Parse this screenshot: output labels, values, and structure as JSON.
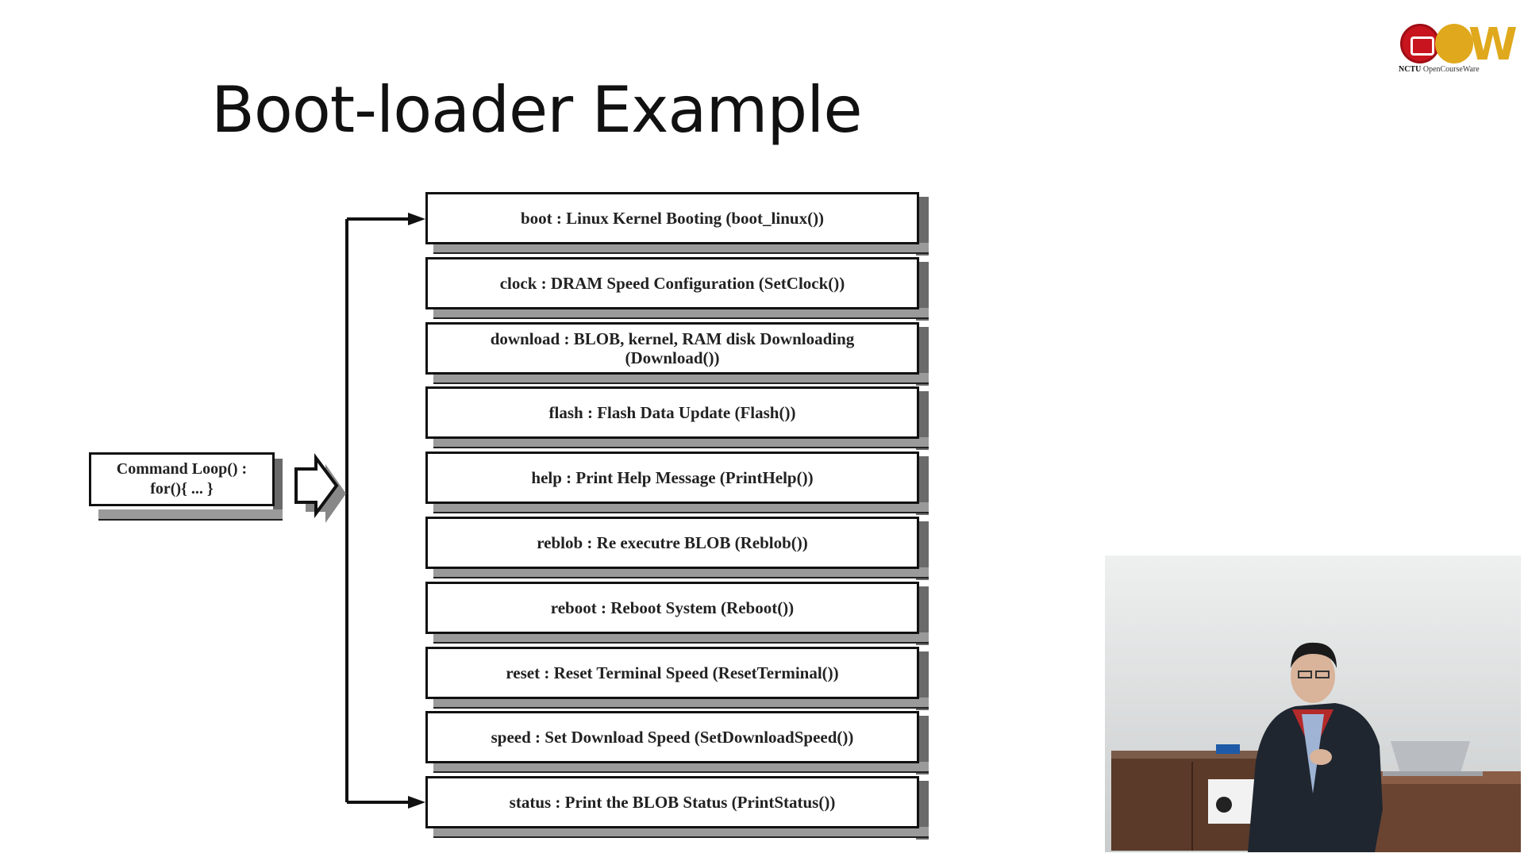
{
  "slide": {
    "title": "Boot-loader Example"
  },
  "logo": {
    "text": "OCW",
    "caption_bold": "NCTU",
    "caption_rest": "OpenCourseWare"
  },
  "diagram": {
    "command_loop": {
      "line1": "Command Loop() :",
      "line2": "for(){ ... }"
    },
    "commands": [
      {
        "line1": "boot : Linux Kernel Booting (boot_linux())",
        "line2": ""
      },
      {
        "line1": "clock : DRAM Speed Configuration (SetClock())",
        "line2": ""
      },
      {
        "line1": "download : BLOB, kernel, RAM disk Downloading",
        "line2": "(Download())"
      },
      {
        "line1": "flash : Flash Data Update (Flash())",
        "line2": ""
      },
      {
        "line1": "help : Print Help Message (PrintHelp())",
        "line2": ""
      },
      {
        "line1": "reblob : Re  executre BLOB (Reblob())",
        "line2": ""
      },
      {
        "line1": "reboot  : Reboot System (Reboot())",
        "line2": ""
      },
      {
        "line1": "reset : Reset Terminal Speed (ResetTerminal())",
        "line2": ""
      },
      {
        "line1": "speed : Set Download Speed (SetDownloadSpeed())",
        "line2": ""
      },
      {
        "line1": "status : Print the BLOB Status (PrintStatus())",
        "line2": ""
      }
    ]
  },
  "colors": {
    "box_border": "#111111",
    "shadow_dark": "#6a6a6a",
    "shadow_light": "#9a9a9a",
    "logo_red": "#c8141e",
    "logo_gold": "#e0a81c"
  }
}
